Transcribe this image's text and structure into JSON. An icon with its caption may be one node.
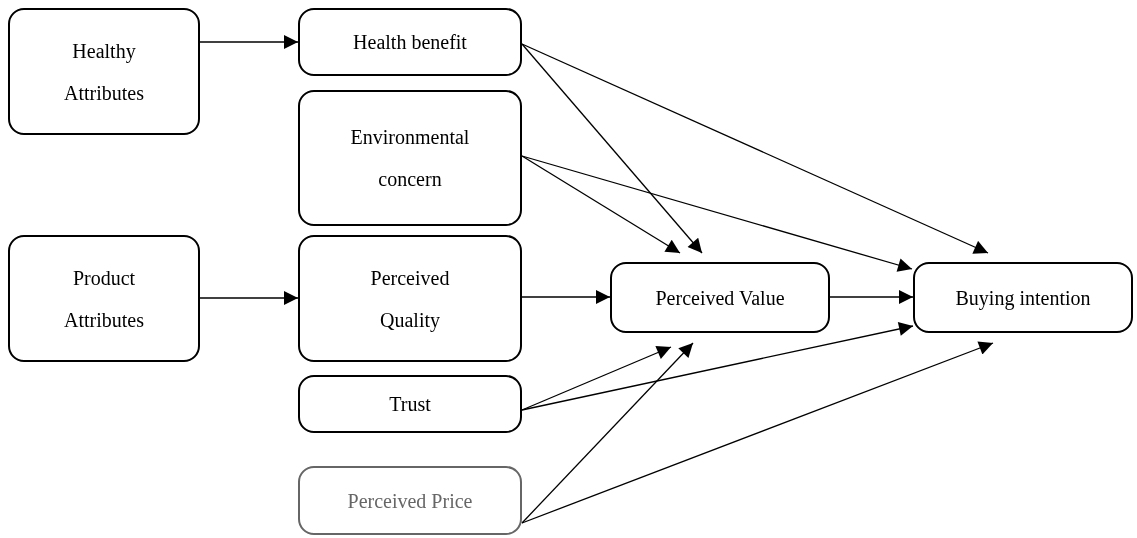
{
  "diagram": {
    "nodes": [
      {
        "text": [
          "Healthy Attributes"
        ]
      },
      {
        "text": [
          "Health benefit"
        ]
      },
      {
        "text": [
          "Environmental concern"
        ]
      },
      {
        "text": [
          "Product Attributes"
        ]
      },
      {
        "text": [
          "Perceived Quality"
        ]
      },
      {
        "text": [
          "Trust"
        ]
      },
      {
        "text": [
          "Perceived Price"
        ]
      },
      {
        "text": [
          "Perceived Value"
        ]
      },
      {
        "text": [
          "Buying intention"
        ]
      }
    ],
    "edges": [
      {
        "from": 0,
        "to": 1,
        "arrow": "to"
      },
      {
        "from": 1,
        "to": 7,
        "arrow": "to"
      },
      {
        "from": 1,
        "to": 8,
        "arrow": "to"
      },
      {
        "from": 2,
        "to": 7,
        "arrow": "to"
      },
      {
        "from": 2,
        "to": 8,
        "arrow": "to"
      },
      {
        "from": 3,
        "to": 4,
        "arrow": "to"
      },
      {
        "from": 4,
        "to": 7,
        "arrow": "to"
      },
      {
        "from": 7,
        "to": 8,
        "arrow": "to"
      },
      {
        "from": 5,
        "to": 7,
        "arrow": "to"
      },
      {
        "from": 5,
        "to": 8,
        "arrow": "to"
      },
      {
        "from": 6,
        "to": 7,
        "arrow": "to"
      },
      {
        "from": 6,
        "to": 8,
        "arrow": "to"
      }
    ]
  }
}
